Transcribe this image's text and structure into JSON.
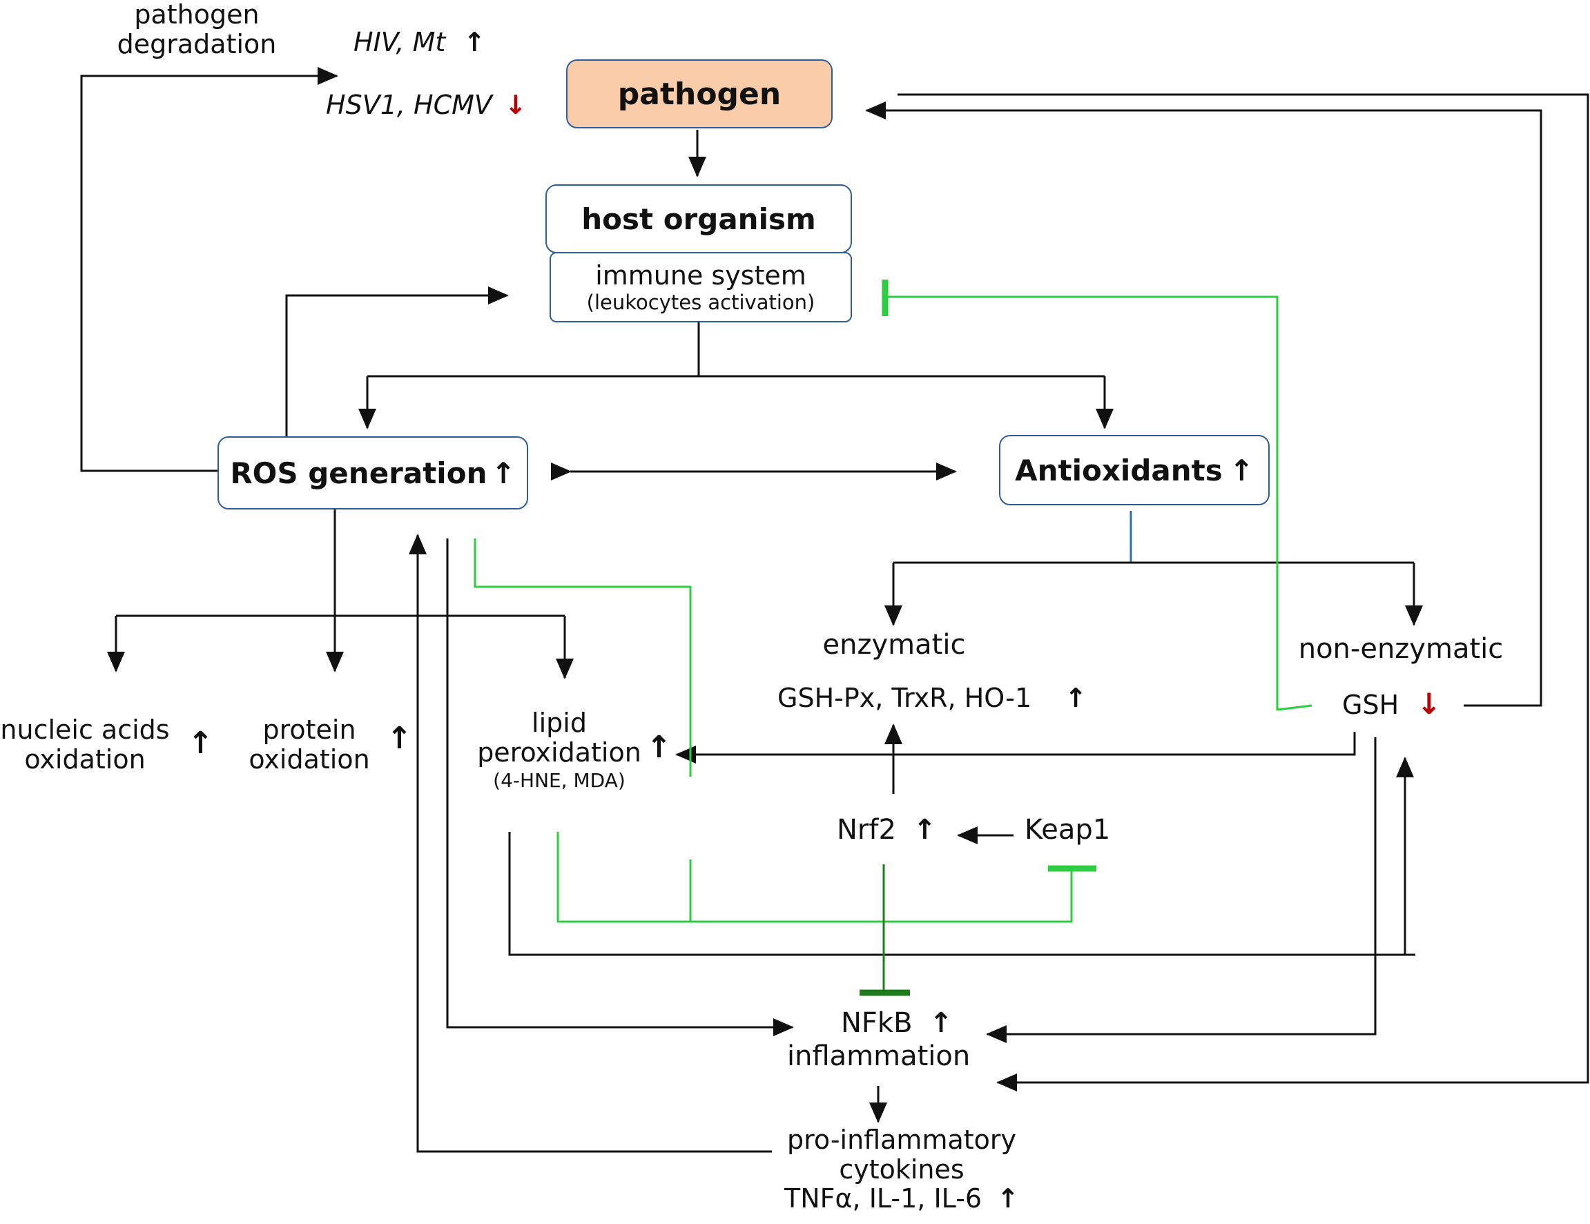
{
  "nodes": {
    "pathogen": "pathogen",
    "host": "host organism",
    "immune": "immune system",
    "immune_sub": "(leukocytes activation)",
    "ros": "ROS generation",
    "antioxidants": "Antioxidants",
    "pathogen_degradation_1": "pathogen",
    "pathogen_degradation_2": "degradation",
    "hiv_mt": "HIV, Mt",
    "hsv_hcmv": "HSV1, HCMV",
    "nucleic_1": "nucleic acids",
    "nucleic_2": "oxidation",
    "protein_1": "protein",
    "protein_2": "oxidation",
    "lipid_1": "lipid",
    "lipid_2": "peroxidation",
    "lipid_3": "(4-HNE, MDA)",
    "enzymatic": "enzymatic",
    "enzymes": "GSH-Px, TrxR, HO-1",
    "nonenzymatic": "non-enzymatic",
    "gsh": "GSH",
    "nrf2": "Nrf2",
    "keap1": "Keap1",
    "nfkb": "NFkB",
    "inflammation": "inflammation",
    "cyto_1": "pro-inflammatory",
    "cyto_2": "cytokines",
    "cyto_3": "TNFα, IL-1, IL-6"
  },
  "symbols": {
    "up": "↑",
    "down": "↓"
  },
  "colors": {
    "arrow": "#111111",
    "inhibit_light": "#2ecc40",
    "inhibit_dark": "#1e7b1e",
    "box_border": "#2e5f9a",
    "pathogen_fill": "#f9cda9",
    "down_arrow": "#c00000"
  }
}
